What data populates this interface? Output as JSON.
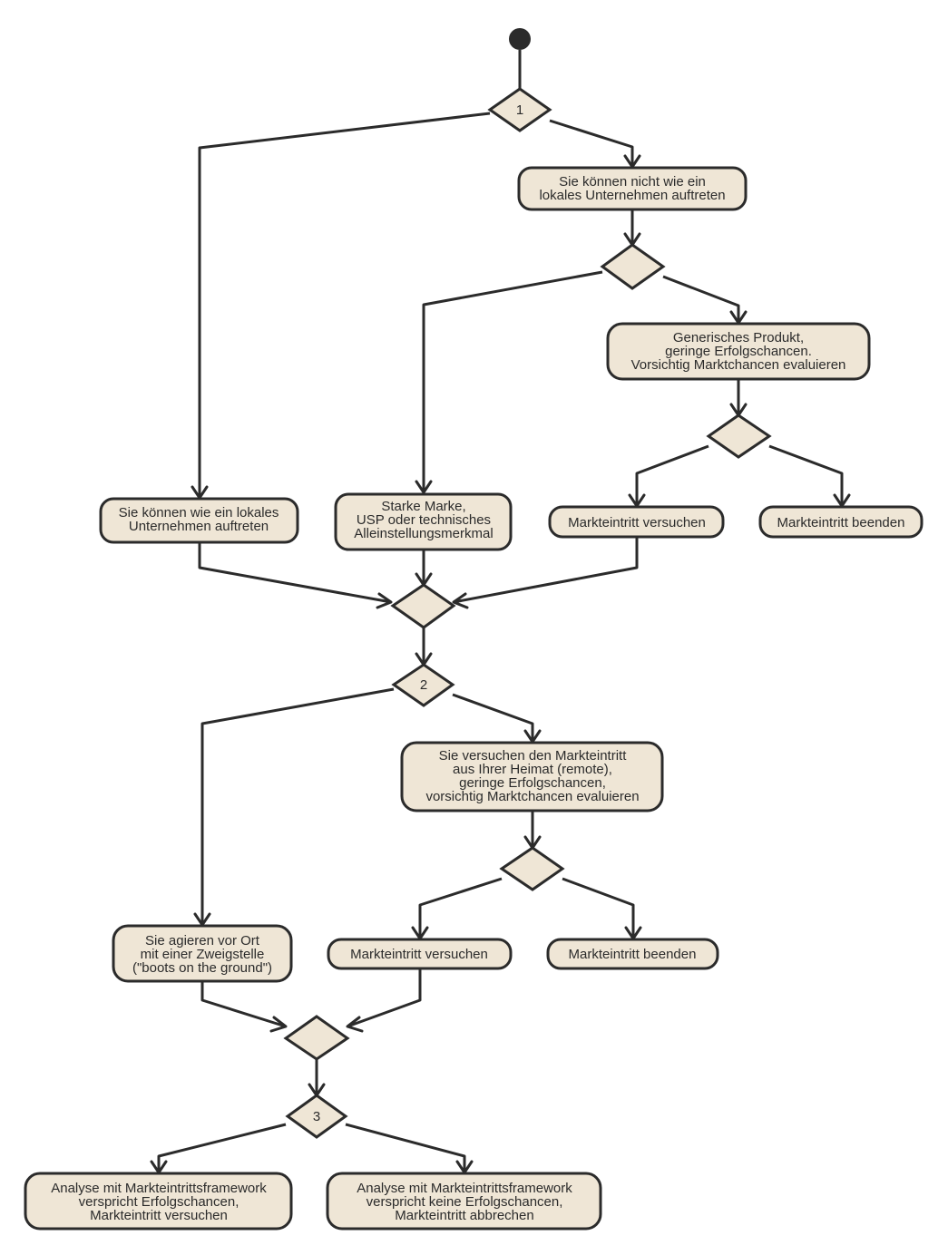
{
  "diagram": {
    "type": "activity-flowchart",
    "colors": {
      "fill": "#efe6d6",
      "stroke": "#2b2b2b",
      "start": "#2b2b2b"
    },
    "decisions": {
      "d1": "1",
      "d2": "2",
      "d3": "3"
    },
    "nodes": {
      "n_nicht_lokal": [
        "Sie können nicht wie ein",
        "lokales Unternehmen auftreten"
      ],
      "n_generisch": [
        "Generisches Produkt,",
        "geringe Erfolgschancen.",
        "Vorsichtig Marktchancen evaluieren"
      ],
      "n_lokal": [
        "Sie können wie ein lokales",
        "Unternehmen auftreten"
      ],
      "n_starke_marke": [
        "Starke Marke,",
        "USP oder technisches",
        "Alleinstellungsmerkmal"
      ],
      "n_versuchen_1": [
        "Markteintritt versuchen"
      ],
      "n_beenden_1": [
        "Markteintritt beenden"
      ],
      "n_remote": [
        "Sie versuchen den Markteintritt",
        "aus Ihrer Heimat (remote),",
        "geringe Erfolgschancen,",
        "vorsichtig Marktchancen evaluieren"
      ],
      "n_vor_ort": [
        "Sie agieren vor Ort",
        "mit einer Zweigstelle",
        "(\"boots on the ground\")"
      ],
      "n_versuchen_2": [
        "Markteintritt versuchen"
      ],
      "n_beenden_2": [
        "Markteintritt beenden"
      ],
      "n_analyse_ja": [
        "Analyse mit Markteintrittsframework",
        "verspricht Erfolgschancen,",
        "Markteintritt versuchen"
      ],
      "n_analyse_nein": [
        "Analyse mit Markteintrittsframework",
        "verspricht keine Erfolgschancen,",
        "Markteintritt abbrechen"
      ]
    }
  }
}
